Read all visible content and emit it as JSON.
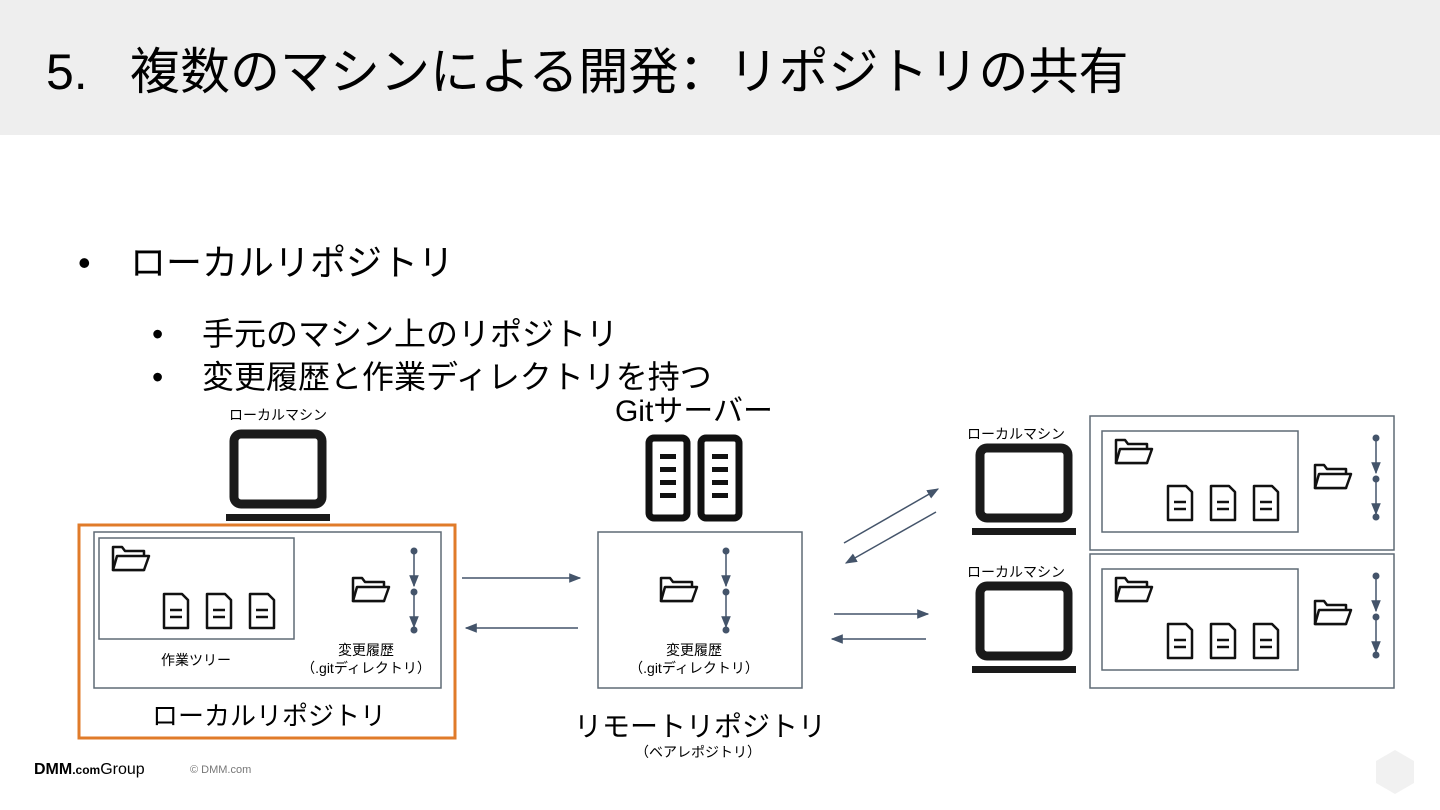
{
  "title": {
    "number": "5.",
    "text": "複数のマシンによる開発：リポジトリの共有"
  },
  "bullets": {
    "main": "ローカルリポジトリ",
    "subs": [
      "手元のマシン上のリポジトリ",
      "変更履歴と作業ディレクトリを持つ"
    ]
  },
  "diagram": {
    "left_machine_label": "ローカルマシン",
    "work_tree_label": "作業ツリー",
    "history_label": "変更履歴",
    "git_dir_label": "（.gitディレクトリ）",
    "local_repo_label": "ローカルリポジトリ",
    "server_label": "Gitサーバー",
    "remote_history_label": "変更履歴",
    "remote_git_dir_label": "（.gitディレクトリ）",
    "remote_repo_label": "リモートリポジトリ",
    "bare_repo_label": "（ベアレポジトリ）",
    "right_machine_top_label": "ローカルマシン",
    "right_machine_bottom_label": "ローカルマシン",
    "accent_color": "#e07b2a",
    "box_color": "#5f6a75",
    "arrow_color": "#44546a"
  },
  "footer": {
    "logo_main": "DMM",
    "logo_dot_com": ".com",
    "logo_group": "Group",
    "copyright": "© DMM.com"
  }
}
